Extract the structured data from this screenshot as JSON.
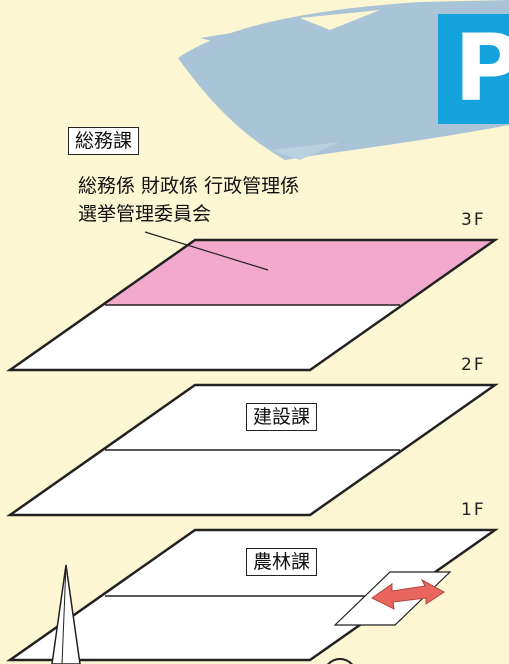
{
  "title_badge": "P",
  "floors": [
    {
      "label": "3F",
      "department": "総務課",
      "sections_line1": "総務係 財政係 行政管理係",
      "sections_line2": "選挙管理委員会",
      "highlight_color": "#f3a9cc"
    },
    {
      "label": "2F",
      "department": "建設課"
    },
    {
      "label": "1F",
      "department": "農林課"
    }
  ],
  "colors": {
    "background": "#fdf6d3",
    "brush": "#a9c4d6",
    "badge": "#14a3dd",
    "arrow": "#e8665d"
  },
  "icons": [
    "arrow-icon"
  ]
}
